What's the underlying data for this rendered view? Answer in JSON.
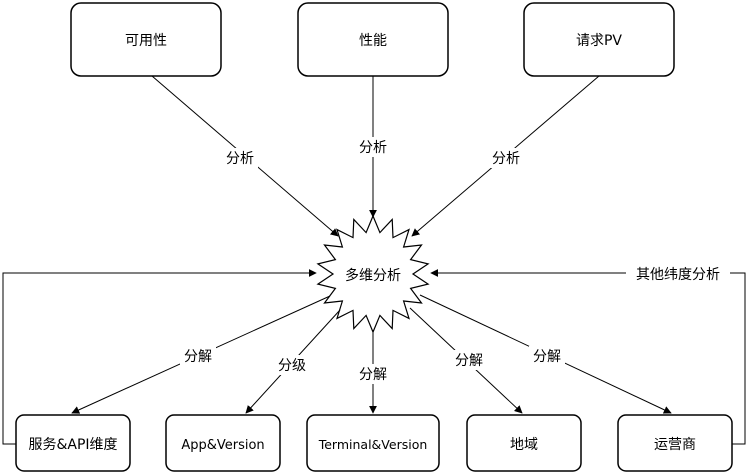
{
  "nodes": {
    "availability": "可用性",
    "performance": "性能",
    "request_pv": "请求PV",
    "center": "多维分析",
    "service_api": "服务&API维度",
    "app_version": "App&Version",
    "terminal_version": "Terminal&Version",
    "region": "地域",
    "carrier": "运营商"
  },
  "edges": {
    "availability_to_center": "分析",
    "performance_to_center": "分析",
    "request_pv_to_center": "分析",
    "other_dimensions": "其他纬度分析",
    "center_to_service_api": "分解",
    "center_to_app_version": "分级",
    "center_to_terminal_version": "分解",
    "center_to_region": "分解",
    "center_to_carrier": "分解"
  }
}
